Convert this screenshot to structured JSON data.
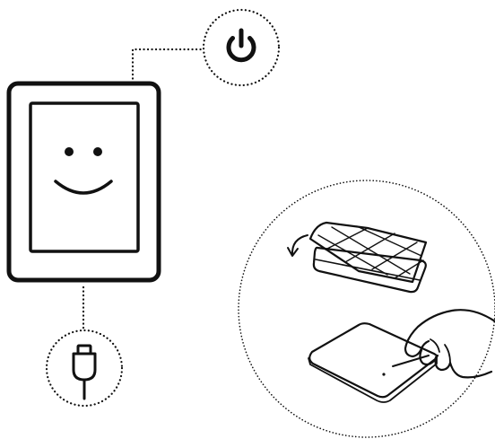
{
  "scene": {
    "device": {
      "type": "e-reader",
      "screen_expression": "smiley-face"
    },
    "callouts": [
      {
        "icon": "power-icon",
        "position": "top"
      },
      {
        "icon": "usb-plug-icon",
        "position": "bottom"
      }
    ],
    "illustration": {
      "steps": [
        {
          "description": "open-cover"
        },
        {
          "description": "press-reset-with-pin"
        }
      ]
    },
    "colors": {
      "line": "#111111",
      "background": "#ffffff",
      "device_frame": "#ffffff"
    }
  }
}
